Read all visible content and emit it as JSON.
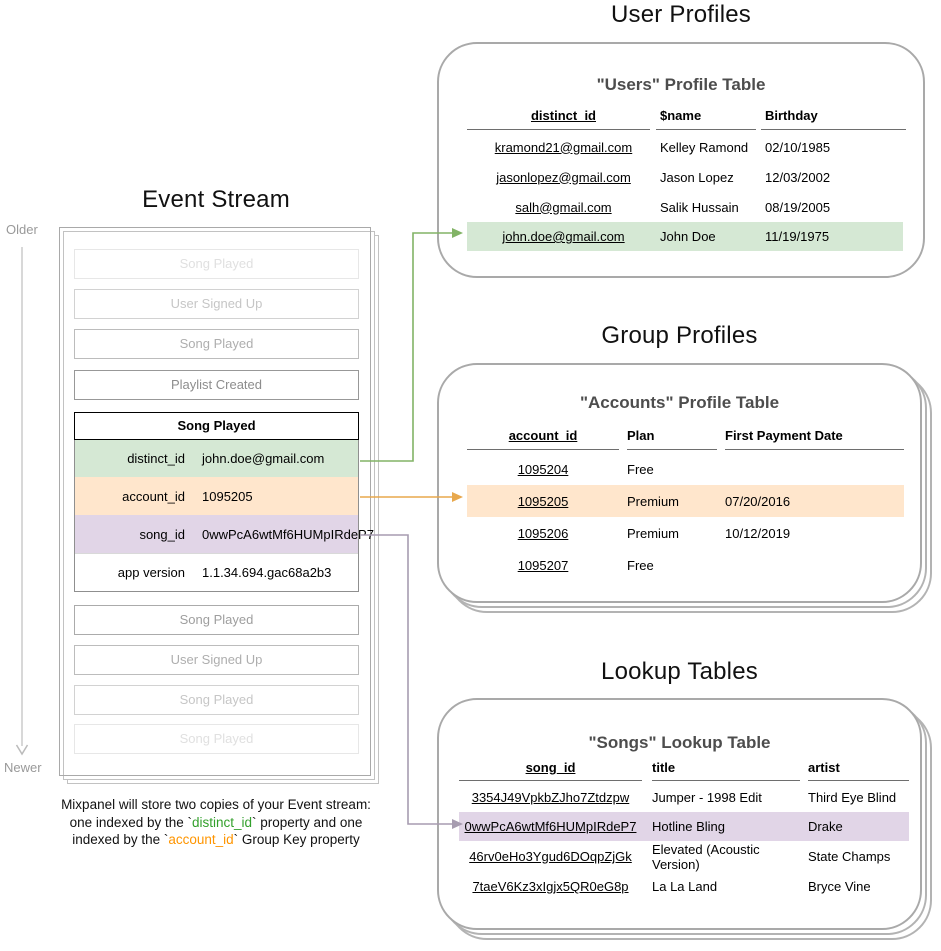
{
  "event_stream": {
    "title": "Event Stream",
    "older_label": "Older",
    "newer_label": "Newer",
    "events_before": [
      "Song Played",
      "User Signed Up",
      "Song Played",
      "Playlist Created"
    ],
    "expanded_event": {
      "title": "Song Played",
      "properties": [
        {
          "key": "distinct_id",
          "value": "john.doe@gmail.com",
          "highlight": "green"
        },
        {
          "key": "account_id",
          "value": "1095205",
          "highlight": "orange"
        },
        {
          "key": "song_id",
          "value": "0wwPcA6wtMf6HUMpIRdeP7",
          "highlight": "purple"
        },
        {
          "key": "app version",
          "value": "1.1.34.694.gac68a2b3",
          "highlight": "none"
        }
      ]
    },
    "events_after": [
      "Song Played",
      "User Signed Up",
      "Song Played",
      "Song Played"
    ]
  },
  "caption": {
    "line1": "Mixpanel will store two copies of your Event stream:",
    "line2_pre": "one indexed by the `",
    "line2_key": "distinct_id",
    "line2_post": "` property and one",
    "line3_pre": "indexed by the `",
    "line3_key": "account_id",
    "line3_post": "` Group Key property"
  },
  "user_profiles": {
    "section_title": "User Profiles",
    "table_title": "\"Users\" Profile Table",
    "columns": [
      "distinct_id",
      "$name",
      "Birthday"
    ],
    "rows": [
      {
        "distinct_id": "kramond21@gmail.com",
        "name": "Kelley Ramond",
        "birthday": "02/10/1985"
      },
      {
        "distinct_id": "jasonlopez@gmail.com",
        "name": "Jason Lopez",
        "birthday": "12/03/2002"
      },
      {
        "distinct_id": "salh@gmail.com",
        "name": "Salik Hussain",
        "birthday": "08/19/2005"
      },
      {
        "distinct_id": "john.doe@gmail.com",
        "name": "John Doe",
        "birthday": "11/19/1975",
        "highlighted": true
      }
    ]
  },
  "group_profiles": {
    "section_title": "Group Profiles",
    "table_title": "\"Accounts\" Profile Table",
    "columns": [
      "account_id",
      "Plan",
      "First Payment Date"
    ],
    "rows": [
      {
        "account_id": "1095204",
        "plan": "Free",
        "first_payment_date": ""
      },
      {
        "account_id": "1095205",
        "plan": "Premium",
        "first_payment_date": "07/20/2016",
        "highlighted": true
      },
      {
        "account_id": "1095206",
        "plan": "Premium",
        "first_payment_date": "10/12/2019"
      },
      {
        "account_id": "1095207",
        "plan": "Free",
        "first_payment_date": ""
      }
    ]
  },
  "lookup_tables": {
    "section_title": "Lookup Tables",
    "table_title": "\"Songs\" Lookup Table",
    "columns": [
      "song_id",
      "title",
      "artist"
    ],
    "rows": [
      {
        "song_id": "3354J49VpkbZJho7Ztdzpw",
        "title": "Jumper - 1998 Edit",
        "artist": "Third Eye Blind"
      },
      {
        "song_id": "0wwPcA6wtMf6HUMpIRdeP7",
        "title": "Hotline Bling",
        "artist": "Drake",
        "highlighted": true
      },
      {
        "song_id": "46rv0eHo3Ygud6DOqpZjGk",
        "title": "Elevated (Acoustic Version)",
        "artist": "State Champs"
      },
      {
        "song_id": "7taeV6Kz3xIgjx5QR0eG8p",
        "title": "La La Land",
        "artist": "Bryce Vine"
      }
    ]
  },
  "colors": {
    "green_highlight": "#d5e8d4",
    "orange_highlight": "#ffe6cc",
    "purple_highlight": "#e1d5e7",
    "green_connector": "#82b366",
    "orange_connector": "#e8a84d",
    "purple_connector": "#a79cb0",
    "caption_distinct_id": "#33a02c",
    "caption_account_id": "#ff9500"
  }
}
